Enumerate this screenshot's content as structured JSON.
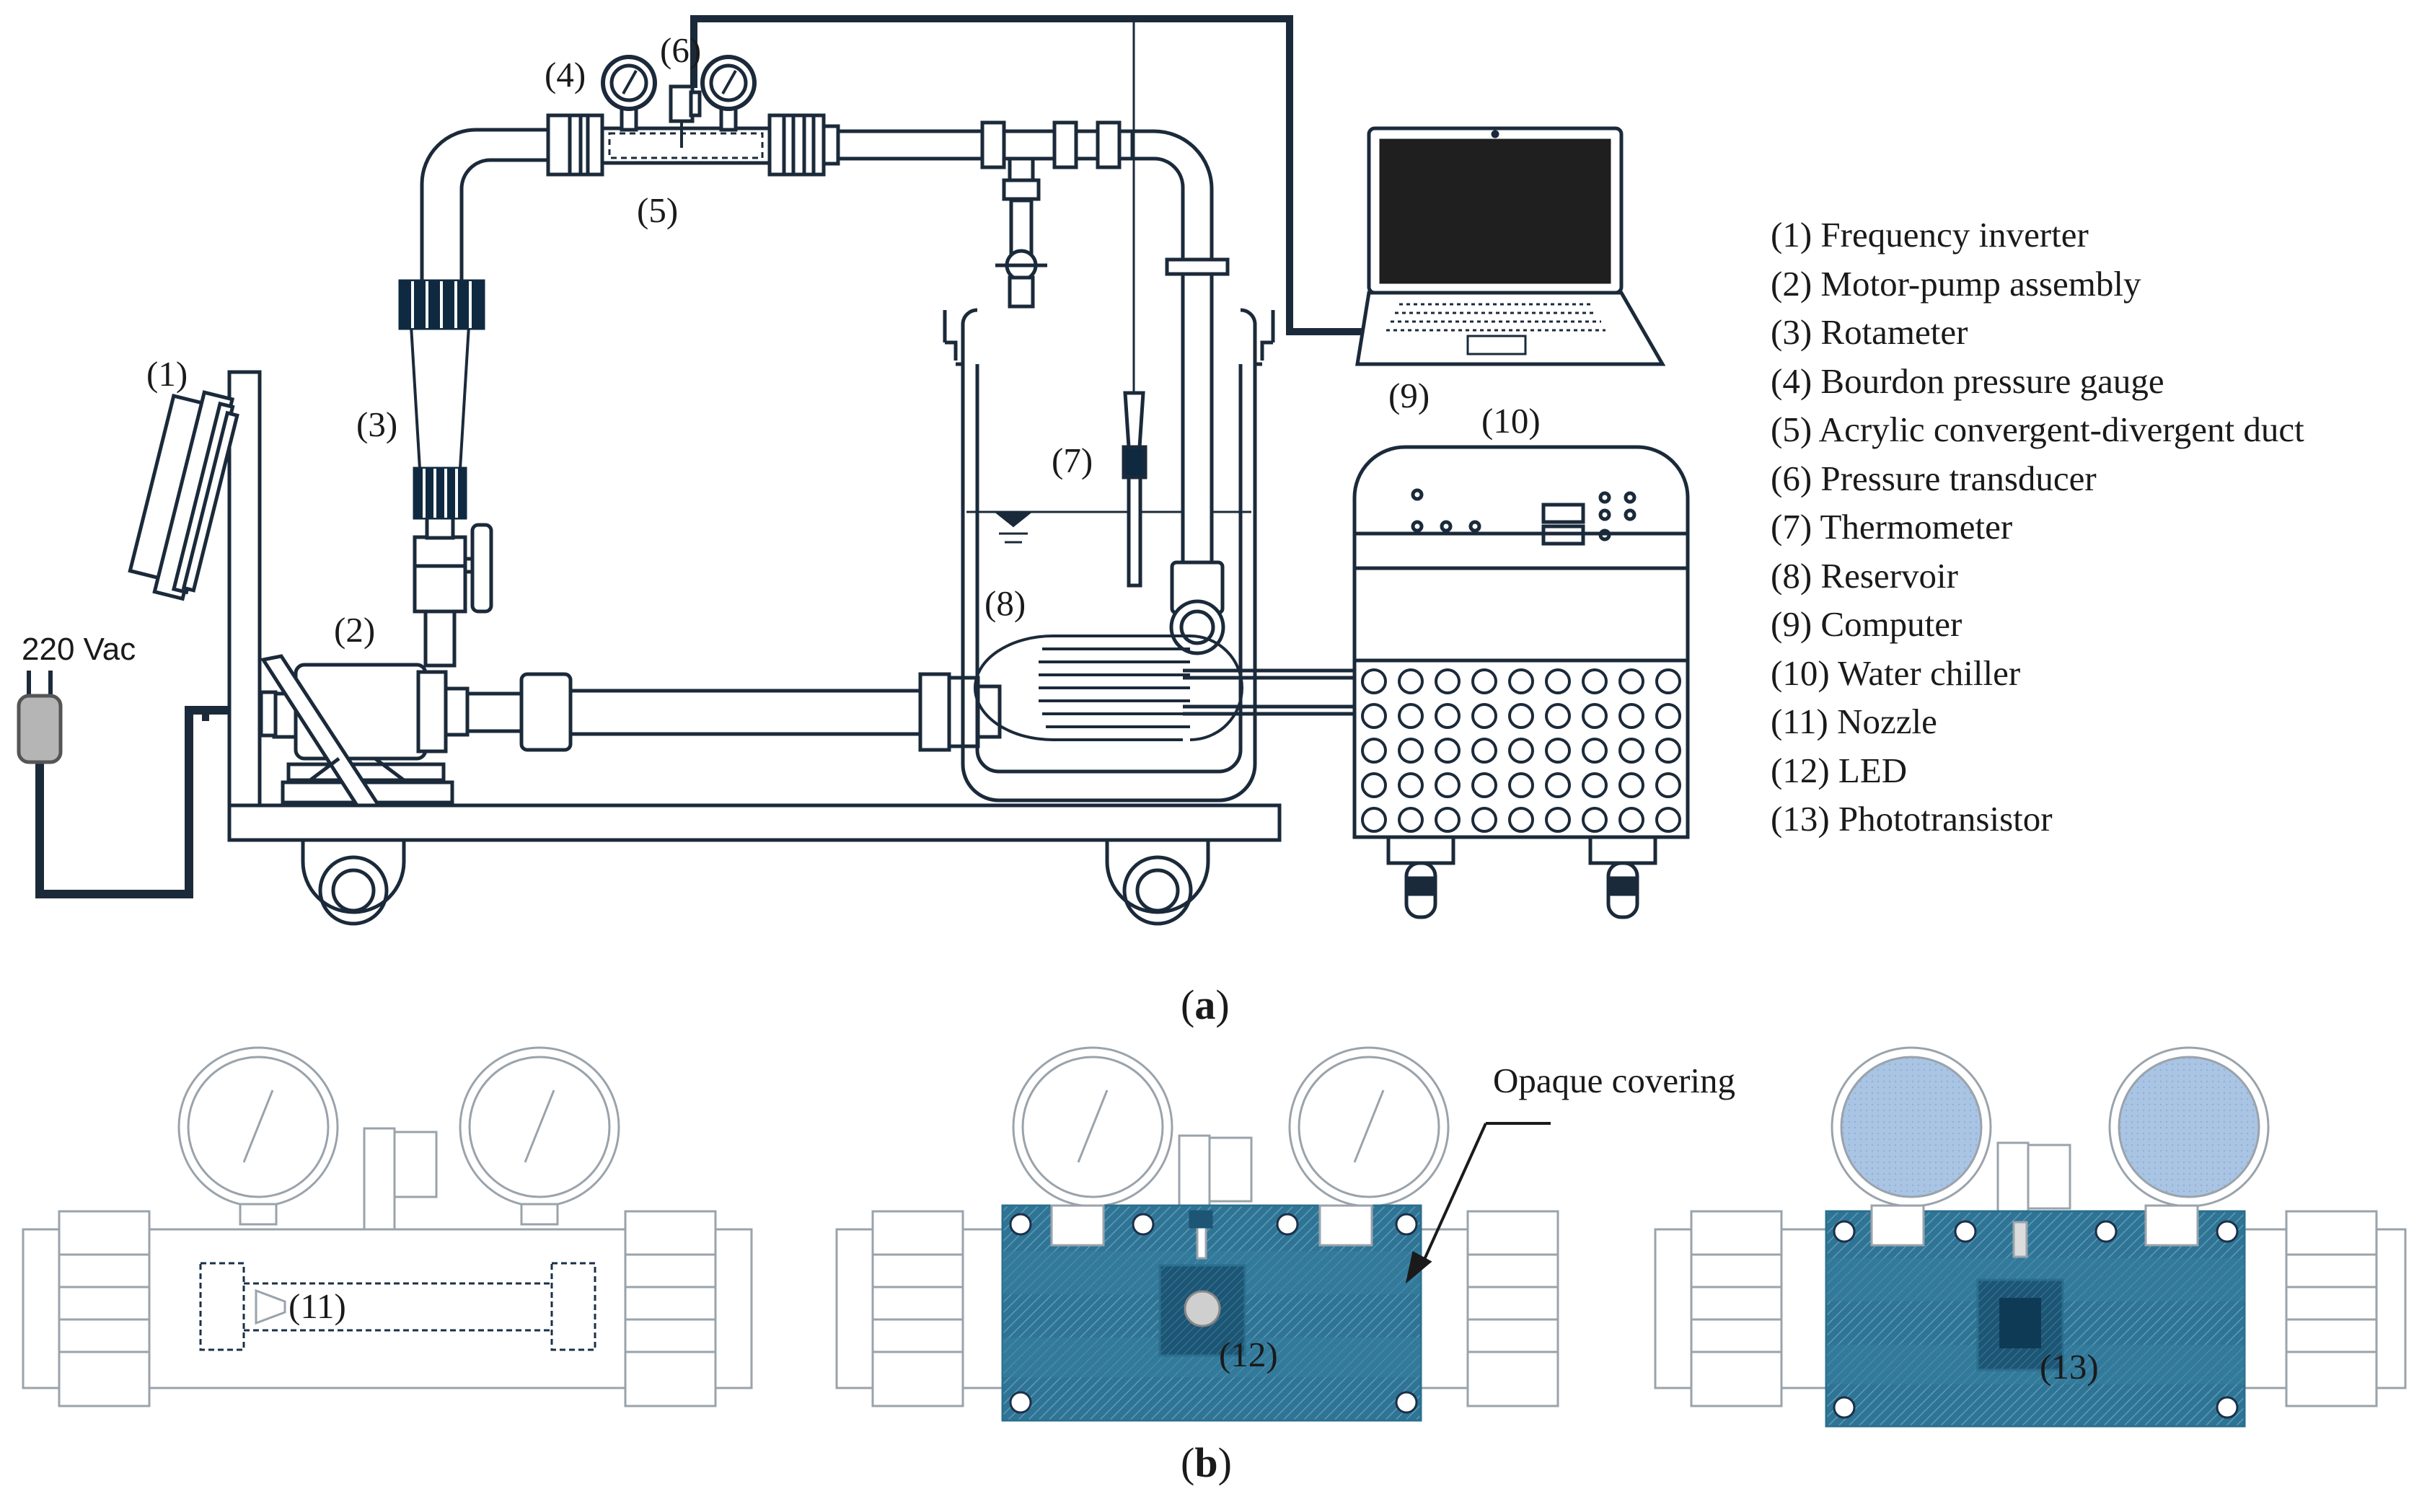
{
  "legend": [
    "(1) Frequency inverter",
    "(2) Motor-pump assembly",
    "(3) Rotameter",
    "(4) Bourdon pressure gauge",
    "(5) Acrylic convergent-divergent duct",
    "(6) Pressure transducer",
    "(7) Thermometer",
    "(8) Reservoir",
    "(9) Computer",
    "(10) Water chiller",
    "(11) Nozzle",
    "(12) LED",
    "(13) Phototransistor"
  ],
  "labels": {
    "l1": "(1)",
    "l2": "(2)",
    "l3": "(3)",
    "l4": "(4)",
    "l5": "(5)",
    "l6": "(6)",
    "l7": "(7)",
    "l8": "(8)",
    "l9": "(9)",
    "l10": "(10)",
    "l11": "(11)",
    "l12": "(12)",
    "l13": "(13)",
    "voltage": "220   Vac",
    "opaque": "Opaque covering"
  },
  "captions": {
    "a_open": "(",
    "a_letter": "a",
    "a_close": ")",
    "b_open": "(",
    "b_letter": "b",
    "b_close": ")"
  },
  "colors": {
    "line": "#1b2a3a",
    "pipe_dark": "#0f2a40",
    "cover_blue": "#2a6f8e",
    "gauge_fill": "#a9c3e3",
    "light_outline": "#9aa3ab"
  }
}
